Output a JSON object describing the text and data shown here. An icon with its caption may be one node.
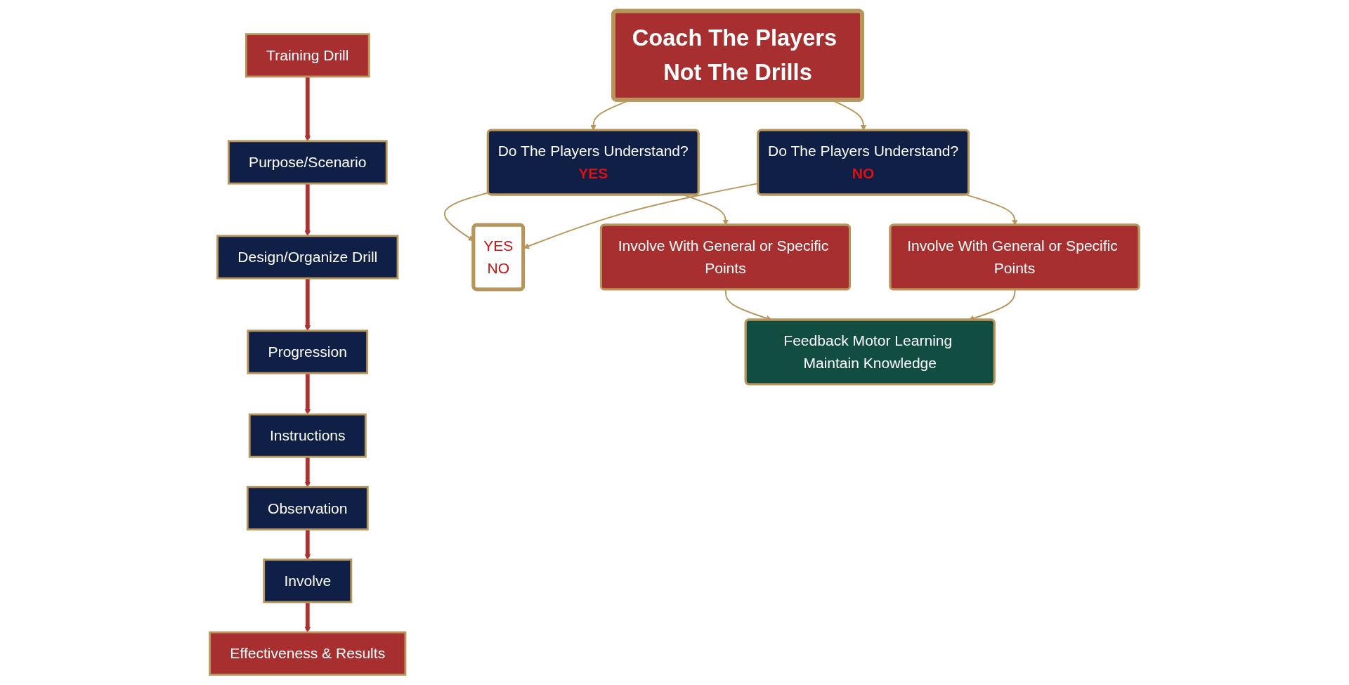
{
  "diagram": {
    "nodes": [
      {
        "text": [
          "Training Drill"
        ]
      },
      {
        "text": [
          "Purpose/Scenario"
        ]
      },
      {
        "text": [
          "Design/Organize Drill"
        ]
      },
      {
        "text": [
          "Progression"
        ]
      },
      {
        "text": [
          "Instructions"
        ]
      },
      {
        "text": [
          "Observation"
        ]
      },
      {
        "text": [
          "Involve"
        ]
      },
      {
        "text": [
          "Effectiveness & Results"
        ]
      },
      {
        "text": [
          "Coach The Players Not The Drills"
        ]
      },
      {
        "text": [
          "Do The Players Understand?",
          "YES"
        ]
      },
      {
        "text": [
          "YES",
          "NO"
        ]
      },
      {
        "text": [
          "Do The Players Understand?",
          "NO"
        ]
      },
      {
        "text": [
          "Involve With General or Specific Points"
        ]
      },
      {
        "text": [
          "Involve With General or Specific Points"
        ]
      },
      {
        "text": [
          "Feedback Motor Learning Maintain Knowledge"
        ]
      }
    ],
    "edges": [
      {
        "from": 0,
        "to": 1,
        "arrow": "to",
        "style": "thick",
        "color": "#b03030"
      },
      {
        "from": 1,
        "to": 2,
        "arrow": "to",
        "style": "thick",
        "color": "#b03030"
      },
      {
        "from": 2,
        "to": 3,
        "arrow": "to",
        "style": "thick",
        "color": "#b03030"
      },
      {
        "from": 3,
        "to": 4,
        "arrow": "to",
        "style": "thick",
        "color": "#b03030"
      },
      {
        "from": 4,
        "to": 5,
        "arrow": "to",
        "style": "thick",
        "color": "#b03030"
      },
      {
        "from": 5,
        "to": 6,
        "arrow": "to",
        "style": "thick",
        "color": "#b03030"
      },
      {
        "from": 6,
        "to": 7,
        "arrow": "to",
        "style": "thick",
        "color": "#b03030"
      },
      {
        "from": 8,
        "to": 9,
        "arrow": "to"
      },
      {
        "from": 8,
        "to": 11,
        "arrow": "to"
      },
      {
        "from": 9,
        "to": 10,
        "arrow": "to"
      },
      {
        "from": 11,
        "to": 10,
        "arrow": "to"
      },
      {
        "from": 9,
        "to": 12,
        "arrow": "to"
      },
      {
        "from": 11,
        "to": 13,
        "arrow": "to"
      },
      {
        "from": 12,
        "to": 14,
        "arrow": "to"
      },
      {
        "from": 13,
        "to": 14,
        "arrow": "to"
      }
    ]
  }
}
